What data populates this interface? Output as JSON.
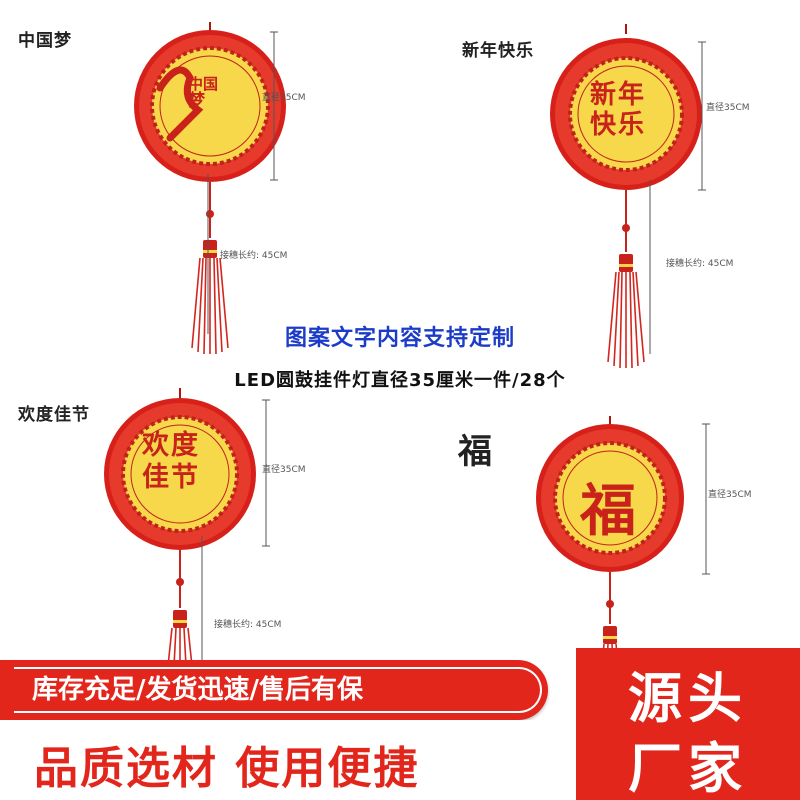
{
  "captions": {
    "zhongguomeng": "中国梦",
    "xinnian": "新年快乐",
    "huandu": "欢度佳节",
    "fu": "福"
  },
  "lantern_text": {
    "zhongguomeng_a": "中国",
    "zhongguomeng_b": "梦",
    "xinnian_a": "新年",
    "xinnian_b": "快乐",
    "huandu_a": "欢度",
    "huandu_b": "佳节",
    "fu": "福"
  },
  "dimensions": {
    "diameter": "直径35CM",
    "tassel": "接穗长约: 45CM"
  },
  "headline": "图案文字内容支持定制",
  "subline": "LED圆鼓挂件灯直径35厘米一件/28个",
  "banner": {
    "stock": "库存充足/发货迅速/售后有保",
    "quality": "品质选材 使用便捷",
    "source_line1": "源头",
    "source_line2": "厂家"
  },
  "colors": {
    "red": "#e2261c",
    "yellow": "#f6d84a",
    "blue": "#1c3cc8"
  }
}
